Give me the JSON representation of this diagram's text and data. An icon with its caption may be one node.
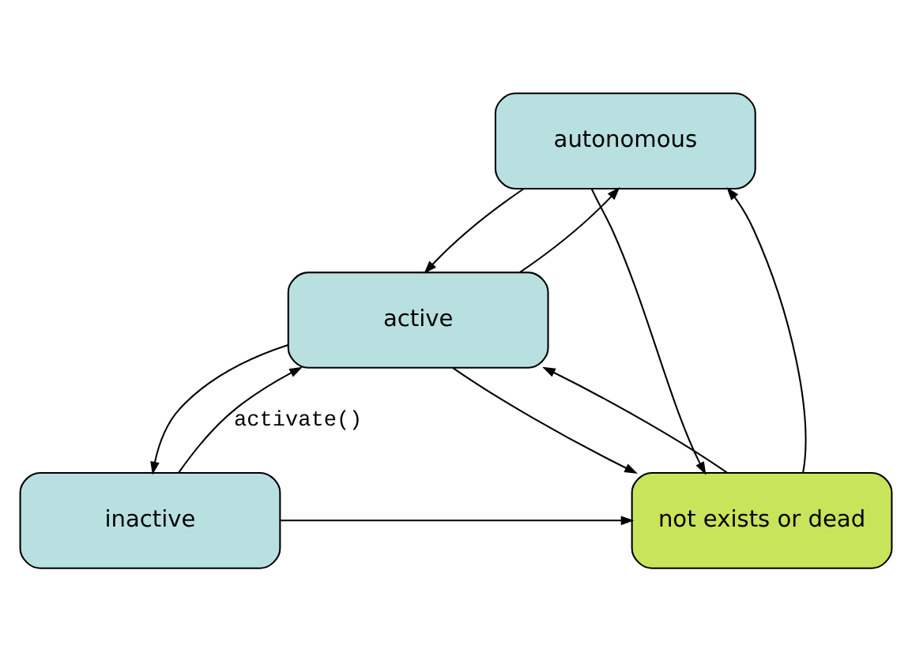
{
  "diagram": {
    "nodes": [
      {
        "text": [
          "autonomous"
        ]
      },
      {
        "text": [
          "active"
        ]
      },
      {
        "text": [
          "inactive"
        ]
      },
      {
        "text": [
          "not exists or dead"
        ]
      }
    ],
    "edges": [
      {
        "from": 3,
        "to": 0,
        "arrow": "to"
      },
      {
        "from": 0,
        "to": 3,
        "arrow": "to"
      },
      {
        "from": 3,
        "to": 1,
        "arrow": "to"
      },
      {
        "from": 1,
        "to": 3,
        "arrow": "to"
      },
      {
        "from": 1,
        "to": 0,
        "arrow": "to"
      },
      {
        "from": 0,
        "to": 1,
        "arrow": "to"
      },
      {
        "from": 2,
        "to": 1,
        "arrow": "to",
        "label": "activate()"
      },
      {
        "from": 1,
        "to": 2,
        "arrow": "to"
      },
      {
        "from": 2,
        "to": 3,
        "arrow": "to"
      }
    ]
  }
}
